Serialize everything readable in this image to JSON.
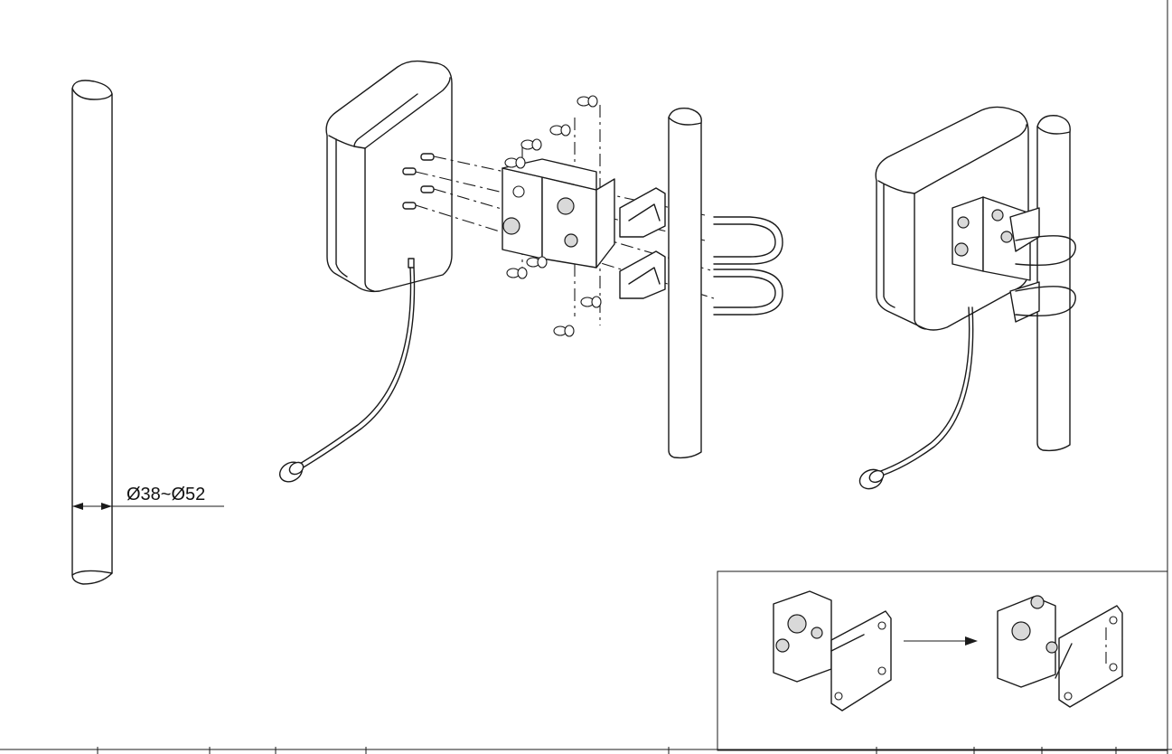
{
  "dimension": {
    "pole_diameter_label": "Ø38~Ø52"
  },
  "drawing": {
    "views": [
      "pole",
      "exploded-assembly",
      "assembled-on-pole",
      "bracket-rotation-detail"
    ],
    "line_color": "#1a1a1a",
    "background": "#ffffff"
  }
}
